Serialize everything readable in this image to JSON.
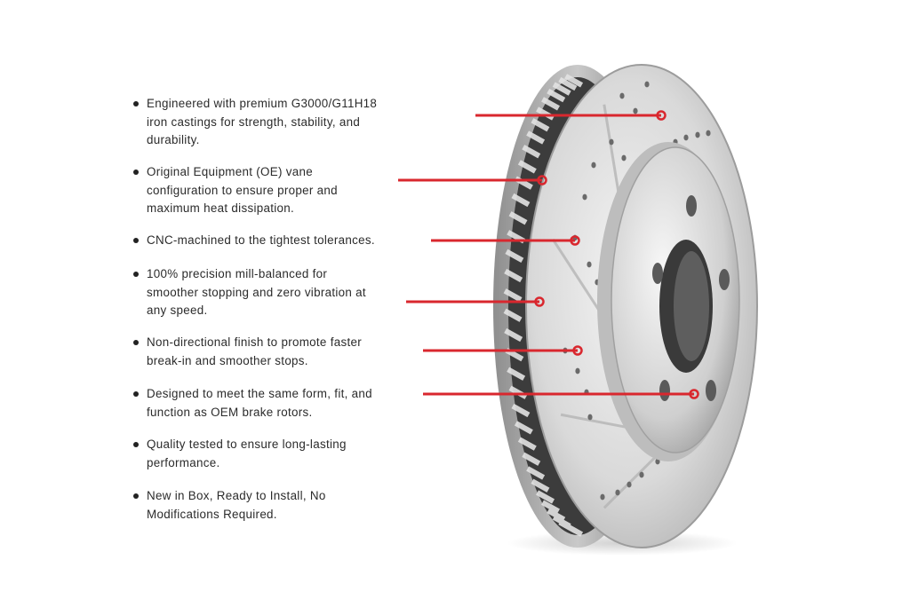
{
  "features": [
    {
      "text": "Engineered with premium G3000/G11H18\niron castings for strength, stability, and\ndurability."
    },
    {
      "text": "Original Equipment (OE) vane\nconfiguration to ensure proper and\nmaximum heat dissipation."
    },
    {
      "text": "CNC-machined to the tightest tolerances."
    },
    {
      "text": "100% precision mill-balanced for\nsmoother stopping and zero vibration at\nany speed."
    },
    {
      "text": "Non-directional finish to promote faster\nbreak-in and smoother stops."
    },
    {
      "text": "Designed to meet the same form, fit, and\nfunction as OEM brake rotors."
    },
    {
      "text": "Quality tested to ensure long-lasting\nperformance."
    },
    {
      "text": "New in Box, Ready to Install, No\nModifications Required."
    }
  ],
  "colors": {
    "callout_red": "#d9272e",
    "text": "#2b2b2b",
    "background": "#ffffff"
  },
  "images": {
    "product": "drilled-and-slotted-brake-rotor"
  }
}
